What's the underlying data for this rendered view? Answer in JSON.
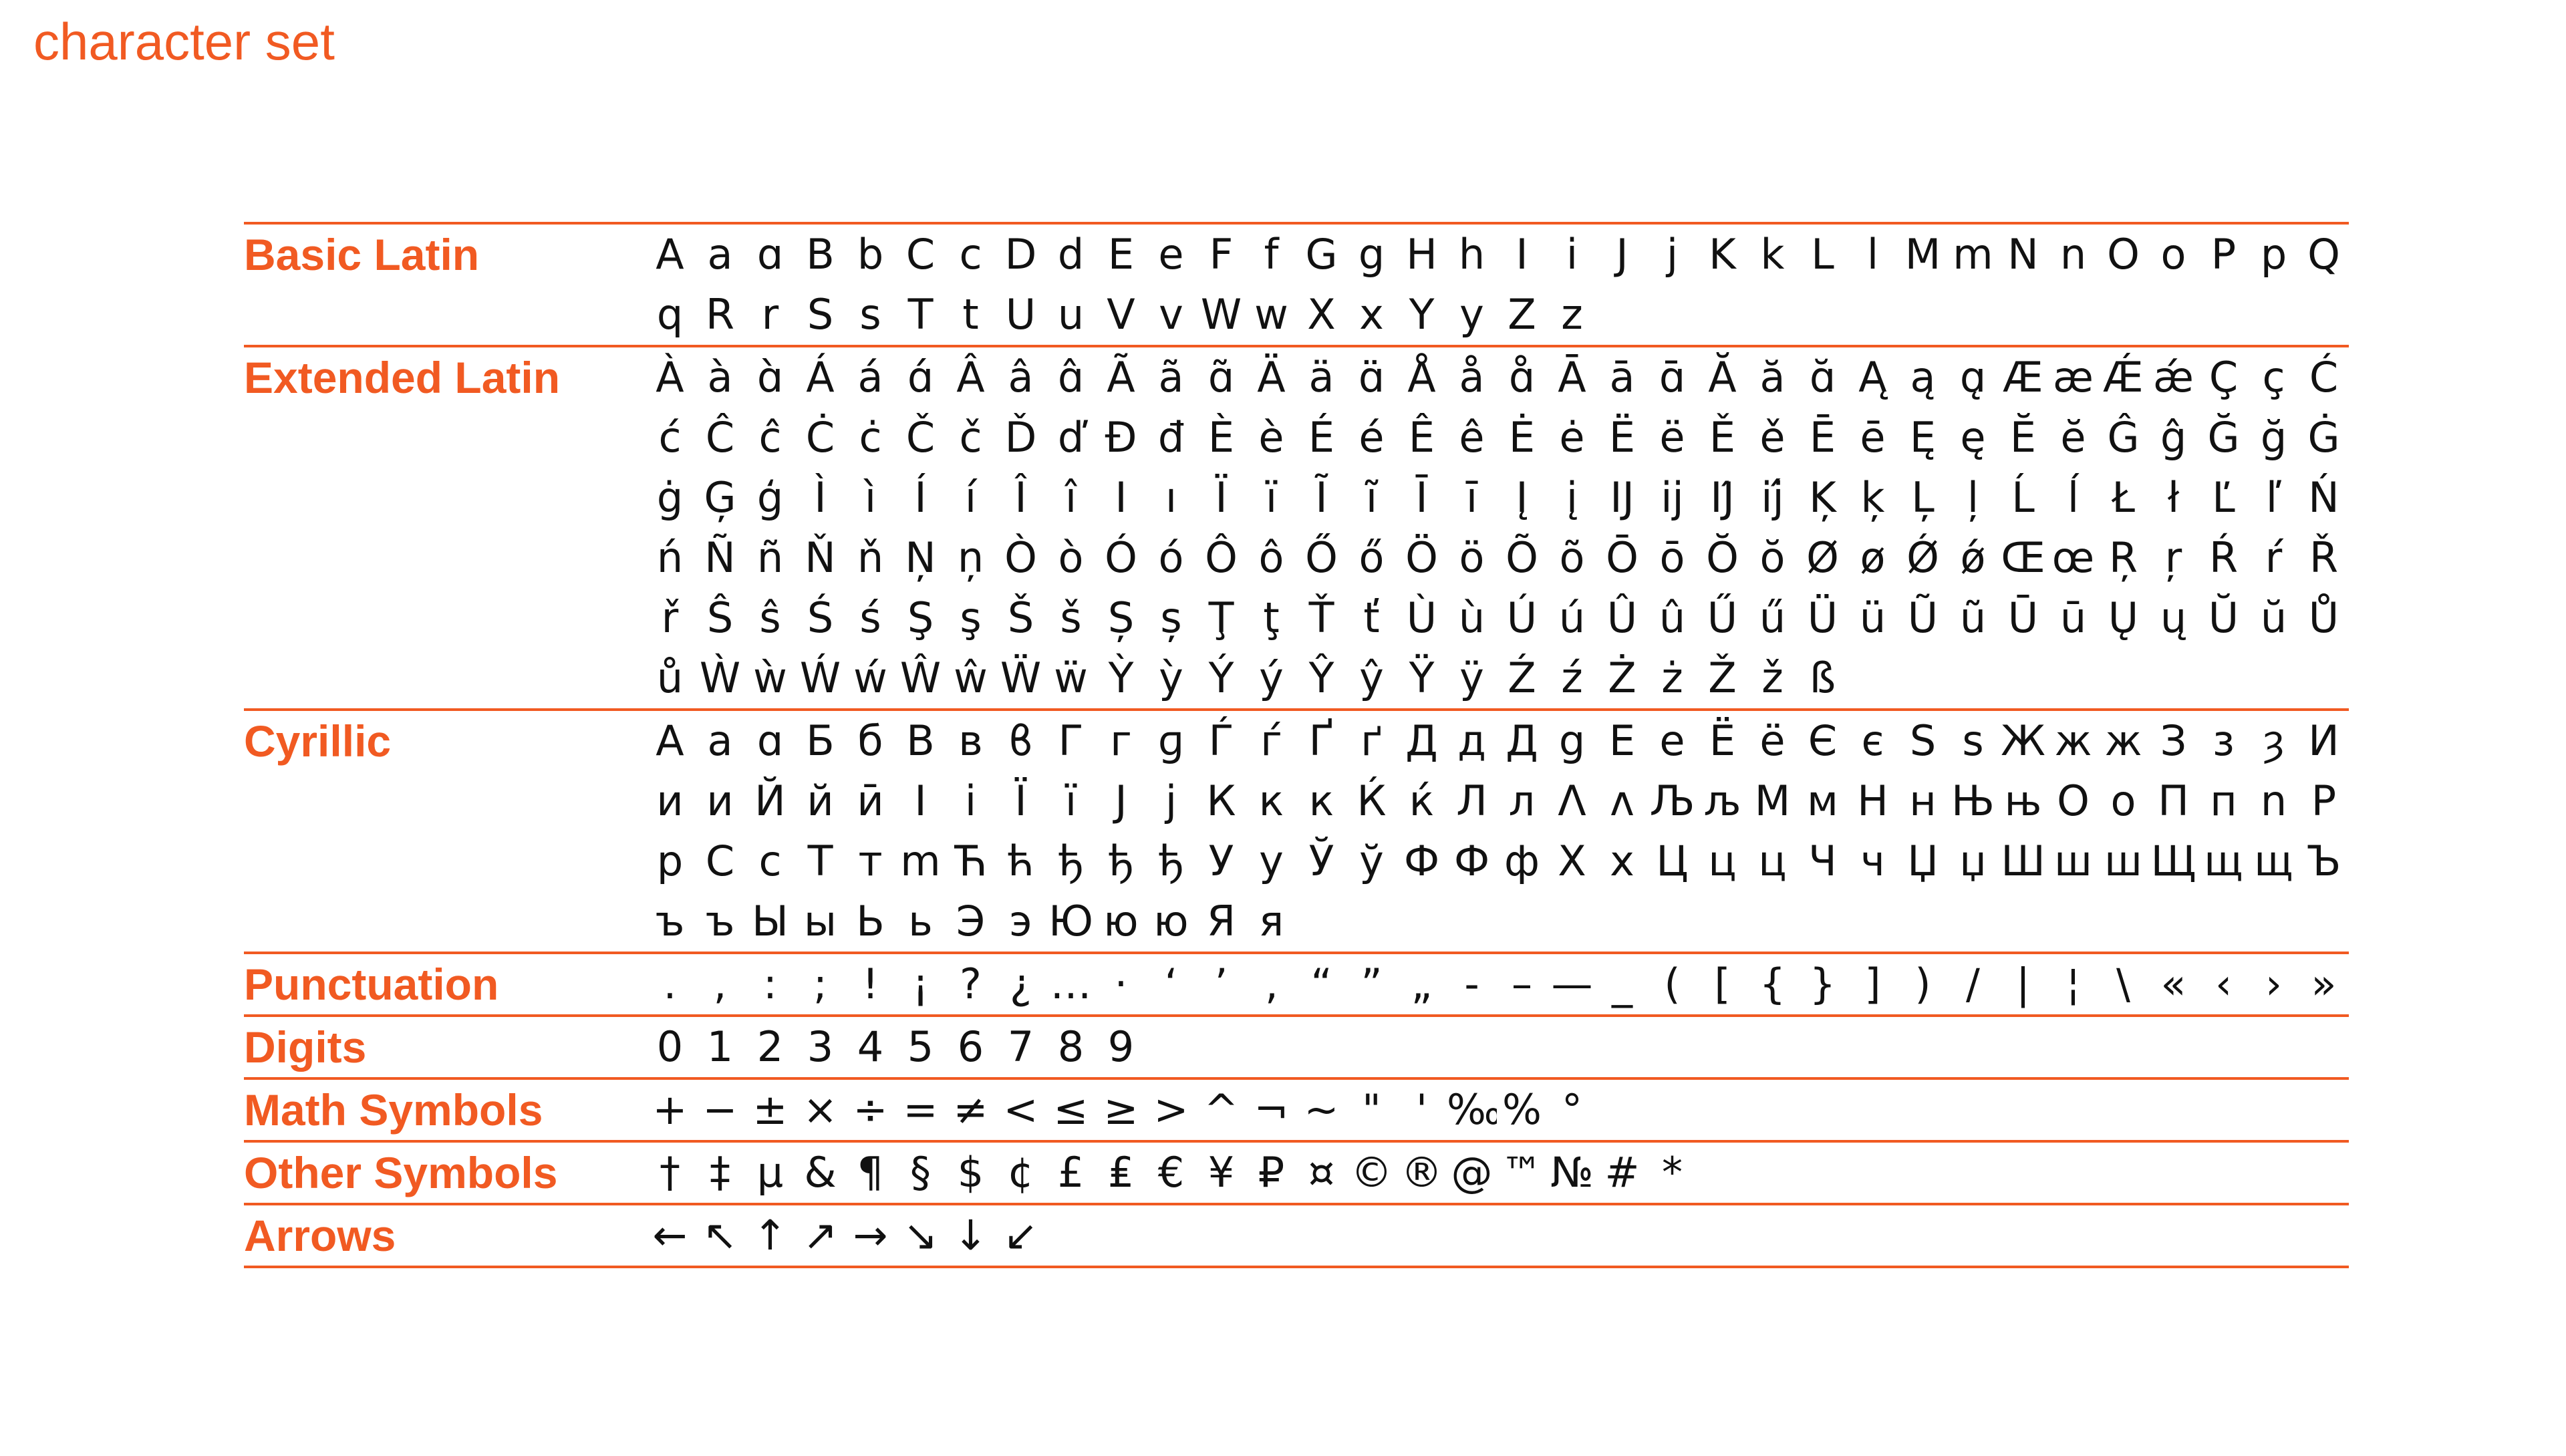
{
  "page": {
    "title": "character set",
    "accent_color": "#f15a22",
    "text_color": "#111111"
  },
  "sections": [
    {
      "label": "Basic Latin",
      "glyphs": [
        "A",
        "a",
        "ɑ",
        "B",
        "b",
        "C",
        "c",
        "D",
        "d",
        "E",
        "e",
        "F",
        "f",
        "G",
        "g",
        "H",
        "h",
        "I",
        "i",
        "J",
        "j",
        "K",
        "k",
        "L",
        "l",
        "M",
        "m",
        "N",
        "n",
        "O",
        "o",
        "P",
        "p",
        "Q",
        "q",
        "R",
        "r",
        "S",
        "s",
        "T",
        "t",
        "U",
        "u",
        "V",
        "v",
        "W",
        "w",
        "X",
        "x",
        "Y",
        "y",
        "Z",
        "z"
      ]
    },
    {
      "label": "Extended Latin",
      "glyphs": [
        "À",
        "à",
        "ɑ̀",
        "Á",
        "á",
        "ɑ́",
        "Â",
        "â",
        "ɑ̂",
        "Ã",
        "ã",
        "ɑ̃",
        "Ä",
        "ä",
        "ɑ̈",
        "Å",
        "å",
        "ɑ̊",
        "Ā",
        "ā",
        "ɑ̄",
        "Ă",
        "ă",
        "ɑ̆",
        "Ą",
        "ą",
        "ɑ̨",
        "Æ",
        "æ",
        "Ǽ",
        "ǽ",
        "Ç",
        "ç",
        "Ć",
        "ć",
        "Ĉ",
        "ĉ",
        "Ċ",
        "ċ",
        "Č",
        "č",
        "Ď",
        "ď",
        "Đ",
        "đ",
        "È",
        "è",
        "É",
        "é",
        "Ê",
        "ê",
        "Ė",
        "ė",
        "Ë",
        "ë",
        "Ě",
        "ě",
        "Ē",
        "ē",
        "Ę",
        "ę",
        "Ĕ",
        "ĕ",
        "Ĝ",
        "ĝ",
        "Ğ",
        "ğ",
        "Ġ",
        "ġ",
        "Ģ",
        "ģ",
        "Ì",
        "ì",
        "Í",
        "í",
        "Î",
        "î",
        "I",
        "ı",
        "Ï",
        "ï",
        "Ĩ",
        "ĩ",
        "Ī",
        "ī",
        "Į",
        "į",
        "Ĳ",
        "ĳ",
        "Ĳ́",
        "ĳ́",
        "Ķ",
        "ķ",
        "Ļ",
        "ļ",
        "Ĺ",
        "ĺ",
        "Ł",
        "ł",
        "Ľ",
        "ľ",
        "Ń",
        "ń",
        "Ñ",
        "ñ",
        "Ň",
        "ň",
        "Ņ",
        "ņ",
        "Ò",
        "ò",
        "Ó",
        "ó",
        "Ô",
        "ô",
        "Ő",
        "ő",
        "Ö",
        "ö",
        "Õ",
        "õ",
        "Ō",
        "ō",
        "Ŏ",
        "ŏ",
        "Ø",
        "ø",
        "Ǿ",
        "ǿ",
        "Œ",
        "œ",
        "Ŗ",
        "ŗ",
        "Ŕ",
        "ŕ",
        "Ř",
        "ř",
        "Ŝ",
        "ŝ",
        "Ś",
        "ś",
        "Ş",
        "ş",
        "Š",
        "š",
        "Ș",
        "ș",
        "Ţ",
        "ţ",
        "Ť",
        "ť",
        "Ù",
        "ù",
        "Ú",
        "ú",
        "Û",
        "û",
        "Ű",
        "ű",
        "Ü",
        "ü",
        "Ũ",
        "ũ",
        "Ū",
        "ū",
        "Ų",
        "ų",
        "Ŭ",
        "ŭ",
        "Ů",
        "ů",
        "Ẁ",
        "ẁ",
        "Ẃ",
        "ẃ",
        "Ŵ",
        "ŵ",
        "Ẅ",
        "ẅ",
        "Ỳ",
        "ỳ",
        "Ý",
        "ý",
        "Ŷ",
        "ŷ",
        "Ÿ",
        "ÿ",
        "Ź",
        "ź",
        "Ż",
        "ż",
        "Ž",
        "ž",
        "ß"
      ]
    },
    {
      "label": "Cyrillic",
      "glyphs": [
        "А",
        "а",
        "ɑ",
        "Б",
        "б",
        "В",
        "в",
        "ϐ",
        "Г",
        "г",
        "ɡ",
        "Ѓ",
        "ѓ",
        "Ґ",
        "ґ",
        "Д",
        "д",
        "Д",
        "g",
        "Е",
        "е",
        "Ё",
        "ё",
        "Є",
        "є",
        "Ѕ",
        "ѕ",
        "Ж",
        "ж",
        "ж",
        "З",
        "з",
        "ȝ",
        "И",
        "и",
        "ᴎ",
        "Й",
        "й",
        "ӣ",
        "І",
        "і",
        "Ї",
        "ї",
        "Ј",
        "ј",
        "К",
        "к",
        "к",
        "Ќ",
        "ќ",
        "Л",
        "л",
        "Λ",
        "ʌ",
        "Љ",
        "љ",
        "М",
        "м",
        "Н",
        "н",
        "Њ",
        "њ",
        "О",
        "о",
        "П",
        "п",
        "n",
        "Р",
        "р",
        "С",
        "с",
        "Т",
        "т",
        "m",
        "Ћ",
        "ћ",
        "ђ",
        "ђ",
        "ђ",
        "У",
        "у",
        "Ў",
        "ў",
        "Ф",
        "Ф",
        "ф",
        "Х",
        "х",
        "Ц",
        "ц",
        "ц",
        "Ч",
        "ч",
        "Џ",
        "џ",
        "Ш",
        "ш",
        "ш",
        "Щ",
        "щ",
        "щ",
        "Ъ",
        "ъ",
        "ъ",
        "Ы",
        "ы",
        "Ь",
        "ь",
        "Э",
        "э",
        "Ю",
        "ю",
        "ю",
        "Я",
        "я"
      ]
    },
    {
      "label": "Punctuation",
      "glyphs": [
        ".",
        ",",
        ":",
        ";",
        "!",
        "¡",
        "?",
        "¿",
        "…",
        "·",
        "‘",
        "’",
        "‚",
        "“",
        "”",
        "„",
        "-",
        "–",
        "—",
        "_",
        "(",
        "[",
        "{",
        "}",
        "]",
        ")",
        "/",
        "|",
        "¦",
        "\\",
        "«",
        "‹",
        "›",
        "»"
      ]
    },
    {
      "label": "Digits",
      "glyphs": [
        "0",
        "1",
        "2",
        "3",
        "4",
        "5",
        "6",
        "7",
        "8",
        "9"
      ]
    },
    {
      "label": "Math Symbols",
      "glyphs": [
        "+",
        "−",
        "±",
        "×",
        "÷",
        "=",
        "≠",
        "<",
        "≤",
        "≥",
        ">",
        "^",
        "¬",
        "~",
        "\"",
        "'",
        "‰",
        "%",
        "°"
      ]
    },
    {
      "label": "Other Symbols",
      "glyphs": [
        "†",
        "‡",
        "μ",
        "&",
        "¶",
        "§",
        "$",
        "¢",
        "£",
        "₤",
        "€",
        "¥",
        "₽",
        "¤",
        "©",
        "®",
        "@",
        "™",
        "№",
        "#",
        "*"
      ]
    },
    {
      "label": "Arrows",
      "glyphs": [
        "←",
        "↖",
        "↑",
        "↗",
        "→",
        "↘",
        "↓",
        "↙"
      ]
    }
  ]
}
